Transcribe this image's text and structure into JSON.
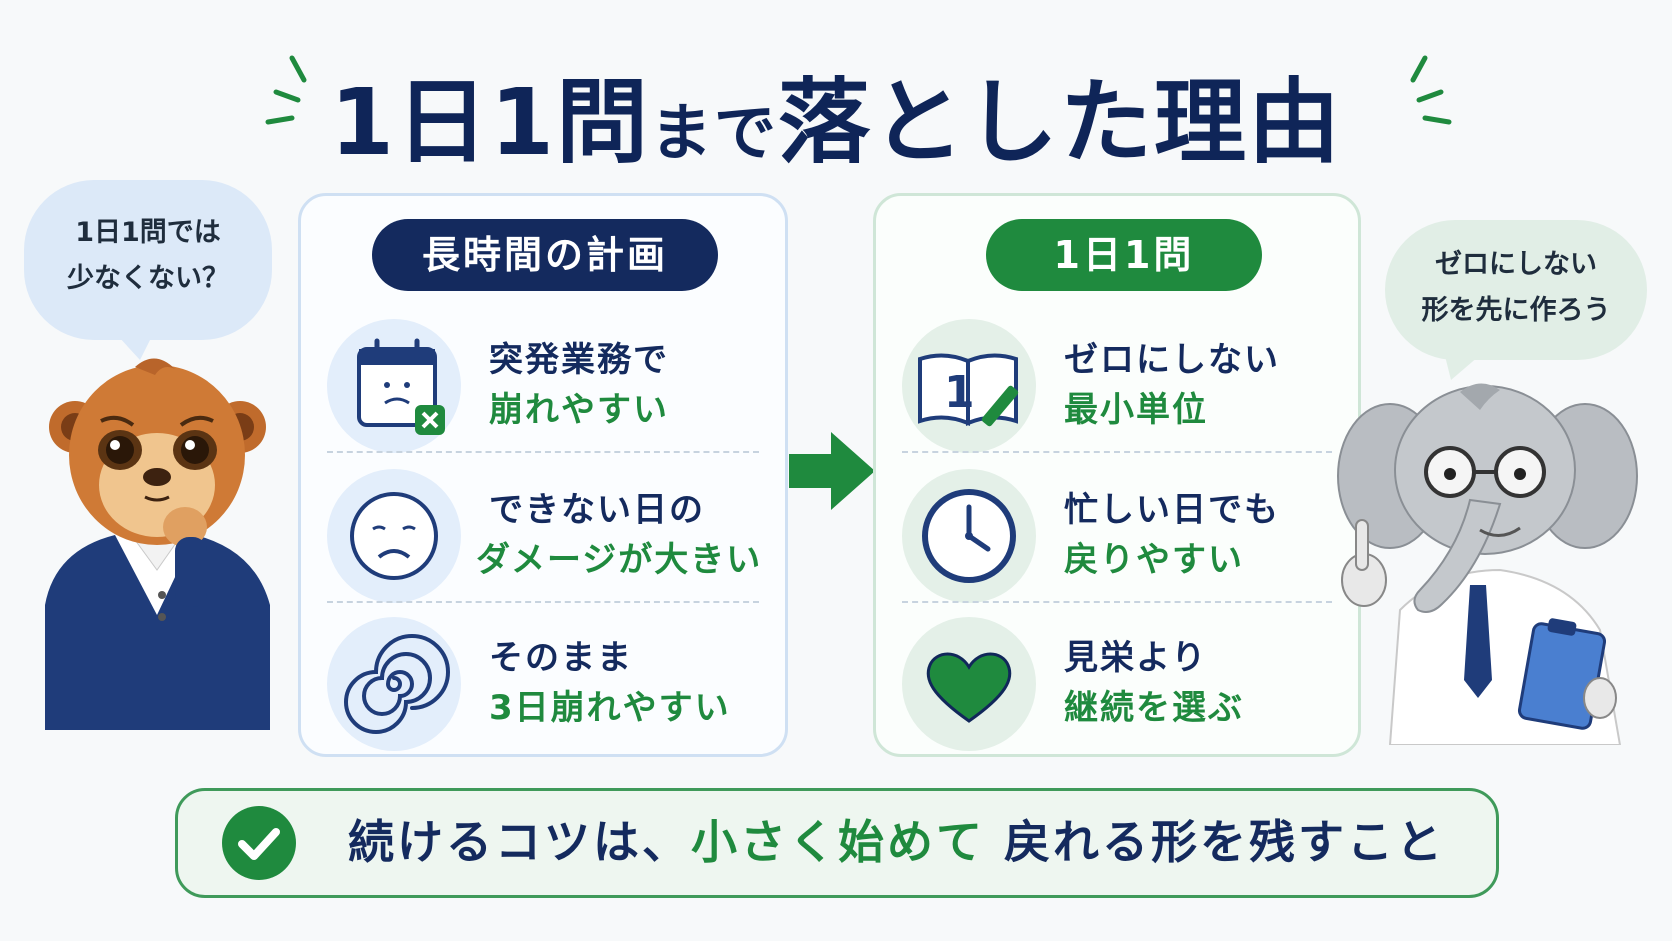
{
  "title": {
    "part1": "1日1問",
    "part2": "まで",
    "part3": "落とした理由"
  },
  "bubbles": {
    "left": [
      "1日1問では",
      "少なくない？"
    ],
    "right": [
      "ゼロにしない",
      "形を先に作ろう"
    ]
  },
  "left_panel": {
    "header": "長時間の計画",
    "rows": [
      {
        "icon": "calendar-cross-icon",
        "line1": "突発業務で",
        "line2": "崩れやすい"
      },
      {
        "icon": "sad-face-icon",
        "line1": "できない日の",
        "line2": "ダメージが大きい"
      },
      {
        "icon": "spiral-icon",
        "line1": "そのまま",
        "line2": "3日崩れやすい"
      }
    ]
  },
  "right_panel": {
    "header": "1日1問",
    "rows": [
      {
        "icon": "book-pencil-icon",
        "line1": "ゼロにしない",
        "line2": "最小単位"
      },
      {
        "icon": "clock-icon",
        "line1": "忙しい日でも",
        "line2": "戻りやすい"
      },
      {
        "icon": "heart-icon",
        "line1": "見栄より",
        "line2": "継続を選ぶ"
      }
    ]
  },
  "banner": {
    "part1": "続けるコツは、",
    "part2": "小さく始めて",
    "part3": "戻れる形を残すこと"
  },
  "colors": {
    "navy": "#142a5e",
    "green": "#1f8a3e",
    "arrow": "#1f8a3e"
  }
}
